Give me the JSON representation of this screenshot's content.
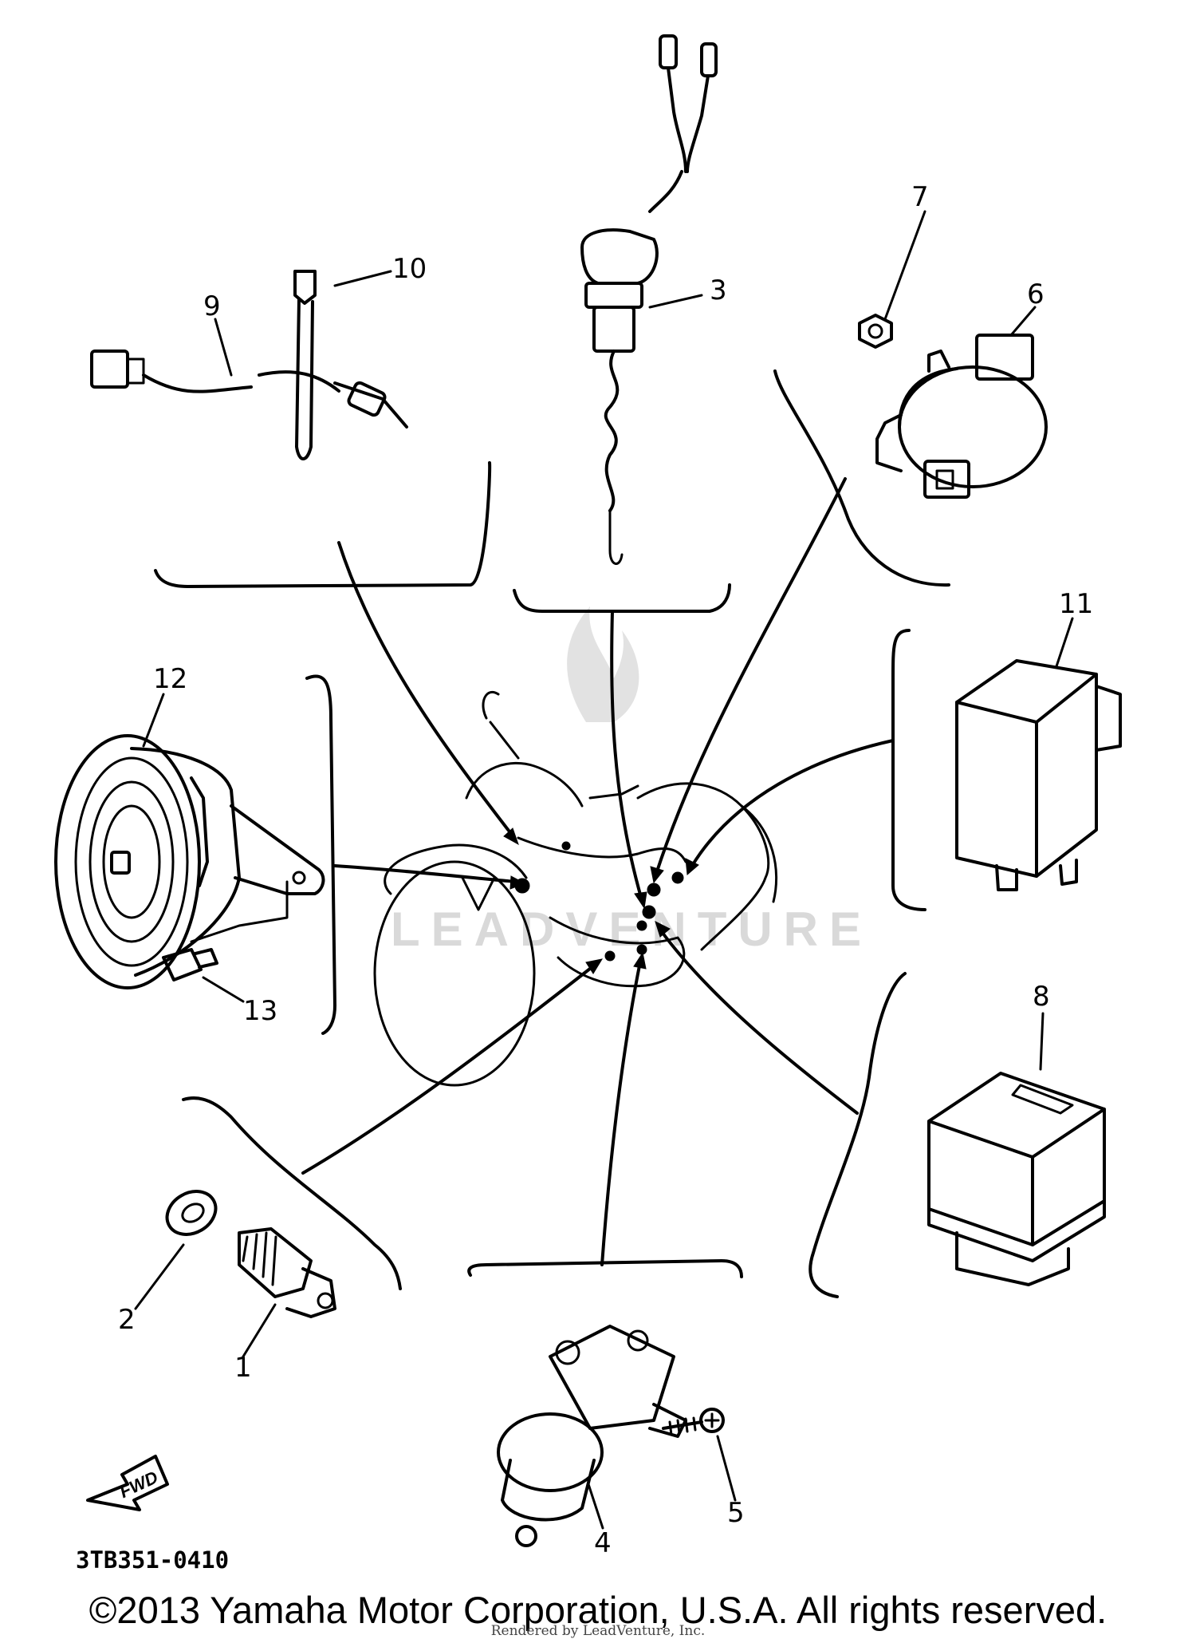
{
  "diagram": {
    "code": "3TB351-0410",
    "fwd_label": "FWD",
    "watermark": "LEADVENTURE",
    "callouts": [
      "1",
      "2",
      "3",
      "4",
      "5",
      "6",
      "7",
      "8",
      "9",
      "10",
      "11",
      "12",
      "13"
    ]
  },
  "footer": {
    "copyright": "©2013 Yamaha Motor Corporation, U.S.A. All rights reserved.",
    "rendered_by": "Rendered by LeadVenture, Inc."
  }
}
